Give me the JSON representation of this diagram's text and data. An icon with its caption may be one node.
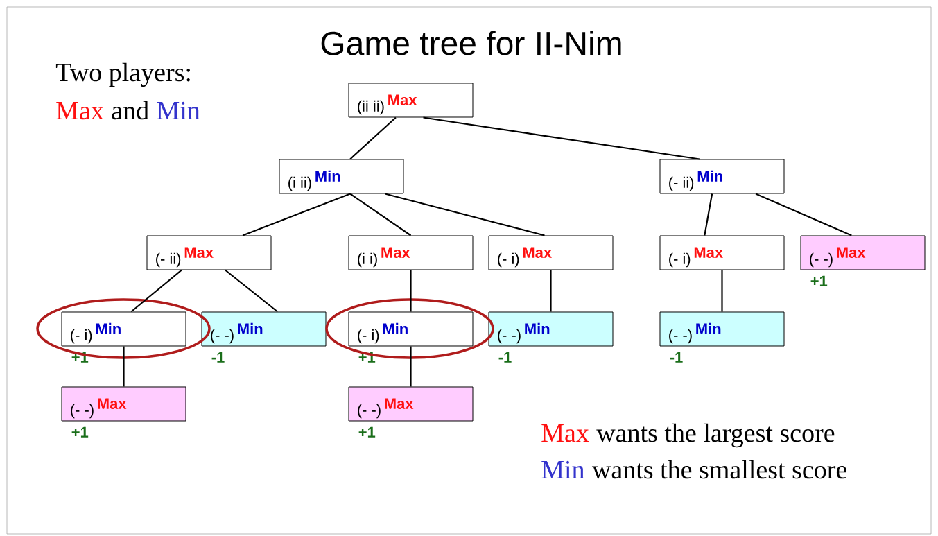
{
  "diagram": {
    "title": "Game tree for II-Nim",
    "nodes": [
      {
        "text": [
          "(ii ii)",
          "Max"
        ]
      },
      {
        "text": [
          "(i  ii)",
          "Min"
        ]
      },
      {
        "text": [
          "(-  ii)",
          "Min"
        ]
      },
      {
        "text": [
          "(- ii)",
          "Max"
        ]
      },
      {
        "text": [
          "(i i)",
          "Max"
        ]
      },
      {
        "text": [
          "(- i)",
          "Max"
        ]
      },
      {
        "text": [
          "(- i)",
          "Max"
        ]
      },
      {
        "text": [
          "(- -)",
          "Max"
        ],
        "beside": [
          "+1"
        ]
      },
      {
        "text": [
          "(-  i)",
          "Min"
        ],
        "beside": [
          "+1"
        ]
      },
      {
        "text": [
          "(-  -)",
          "Min"
        ],
        "beside": [
          "-1"
        ]
      },
      {
        "text": [
          "(-  i)",
          "Min"
        ],
        "beside": [
          "+1"
        ]
      },
      {
        "text": [
          "(-  -)",
          "Min"
        ],
        "beside": [
          "-1"
        ]
      },
      {
        "text": [
          "(-  -)",
          "Min"
        ],
        "beside": [
          "-1"
        ]
      },
      {
        "text": [
          "(- -)",
          "Max"
        ],
        "beside": [
          "+1"
        ]
      },
      {
        "text": [
          "(- -)",
          "Max"
        ],
        "beside": [
          "+1"
        ]
      }
    ],
    "edges": [
      {
        "from": 0,
        "to": 1,
        "arrow": "none"
      },
      {
        "from": 0,
        "to": 2,
        "arrow": "none"
      },
      {
        "from": 1,
        "to": 3,
        "arrow": "none"
      },
      {
        "from": 1,
        "to": 4,
        "arrow": "none"
      },
      {
        "from": 1,
        "to": 5,
        "arrow": "none"
      },
      {
        "from": 2,
        "to": 6,
        "arrow": "none"
      },
      {
        "from": 2,
        "to": 7,
        "arrow": "none"
      },
      {
        "from": 3,
        "to": 8,
        "arrow": "none"
      },
      {
        "from": 3,
        "to": 9,
        "arrow": "none"
      },
      {
        "from": 4,
        "to": 10,
        "arrow": "none"
      },
      {
        "from": 5,
        "to": 11,
        "arrow": "none"
      },
      {
        "from": 6,
        "to": 12,
        "arrow": "none"
      },
      {
        "from": 8,
        "to": 13,
        "arrow": "none"
      },
      {
        "from": 10,
        "to": 14,
        "arrow": "none"
      }
    ],
    "labels": [
      "Two players:",
      "Max",
      "and",
      "Min",
      "Max",
      "wants the largest score",
      "Min",
      "wants the smallest score"
    ]
  }
}
